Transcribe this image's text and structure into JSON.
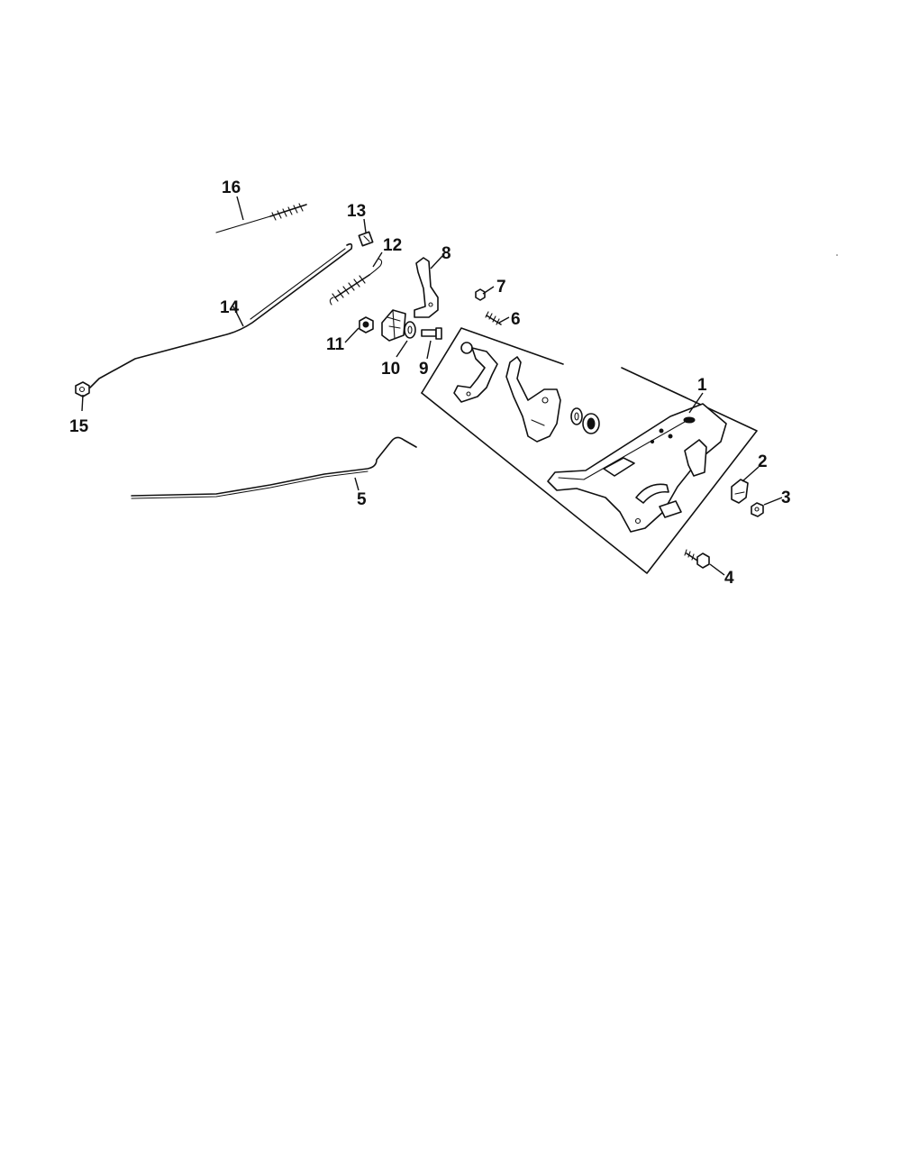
{
  "diagram": {
    "colors": {
      "ink": "#111111",
      "background": "#ffffff"
    },
    "callouts": [
      {
        "id": "1",
        "label": "1"
      },
      {
        "id": "2",
        "label": "2"
      },
      {
        "id": "3",
        "label": "3"
      },
      {
        "id": "4",
        "label": "4"
      },
      {
        "id": "5",
        "label": "5"
      },
      {
        "id": "6",
        "label": "6"
      },
      {
        "id": "7",
        "label": "7"
      },
      {
        "id": "8",
        "label": "8"
      },
      {
        "id": "9",
        "label": "9"
      },
      {
        "id": "10",
        "label": "10"
      },
      {
        "id": "11",
        "label": "11"
      },
      {
        "id": "12",
        "label": "12"
      },
      {
        "id": "13",
        "label": "13"
      },
      {
        "id": "14",
        "label": "14"
      },
      {
        "id": "15",
        "label": "15"
      },
      {
        "id": "16",
        "label": "16"
      }
    ]
  }
}
